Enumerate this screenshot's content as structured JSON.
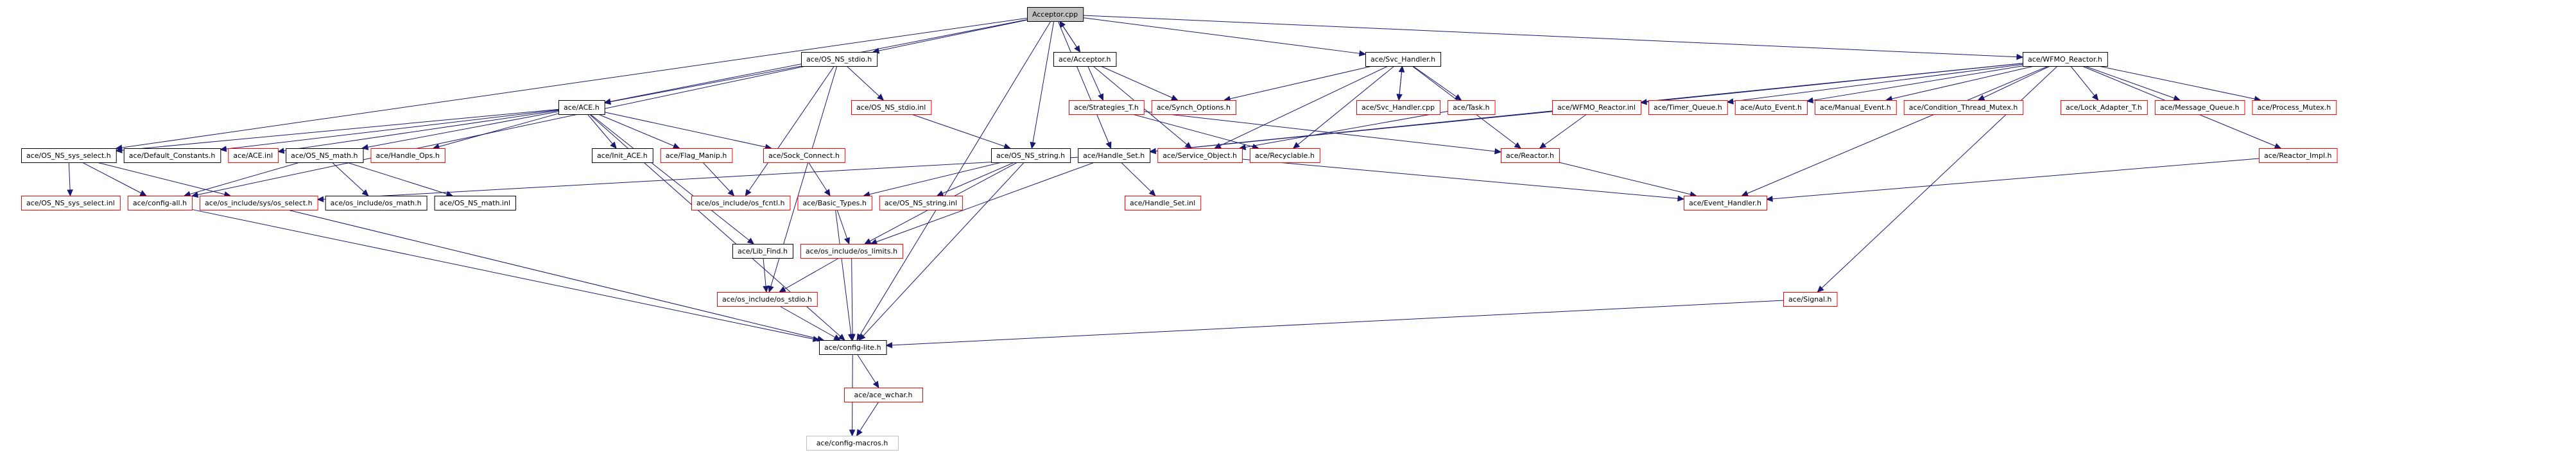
{
  "title": "Acceptor.cpp include dependency graph",
  "legend": {
    "root_fill": "#bfbfbf",
    "documented_border": "#000000",
    "undocumented_border": "#ff0000",
    "truncated_border": "#bfbfbf",
    "edge_color": "#191970"
  },
  "nodes": [
    {
      "id": "acceptor_cpp",
      "label": "Acceptor.cpp",
      "kind": "root"
    },
    {
      "id": "os_ns_stdio_h",
      "label": "ace/OS_NS_stdio.h",
      "kind": "documented"
    },
    {
      "id": "acceptor_h",
      "label": "ace/Acceptor.h",
      "kind": "documented"
    },
    {
      "id": "svc_handler_h",
      "label": "ace/Svc_Handler.h",
      "kind": "documented"
    },
    {
      "id": "wfmo_reactor_h",
      "label": "ace/WFMO_Reactor.h",
      "kind": "documented"
    },
    {
      "id": "ace_h",
      "label": "ace/ACE.h",
      "kind": "documented"
    },
    {
      "id": "os_ns_stdio_inl",
      "label": "ace/OS_NS_stdio.inl",
      "kind": "undocumented"
    },
    {
      "id": "strategies_t_h",
      "label": "ace/Strategies_T.h",
      "kind": "undocumented"
    },
    {
      "id": "synch_options_h",
      "label": "ace/Synch_Options.h",
      "kind": "undocumented"
    },
    {
      "id": "svc_handler_cpp",
      "label": "ace/Svc_Handler.cpp",
      "kind": "undocumented"
    },
    {
      "id": "task_h",
      "label": "ace/Task.h",
      "kind": "undocumented"
    },
    {
      "id": "wfmo_reactor_inl",
      "label": "ace/WFMO_Reactor.inl",
      "kind": "undocumented"
    },
    {
      "id": "timer_queue_h",
      "label": "ace/Timer_Queue.h",
      "kind": "undocumented"
    },
    {
      "id": "auto_event_h",
      "label": "ace/Auto_Event.h",
      "kind": "undocumented"
    },
    {
      "id": "manual_event_h",
      "label": "ace/Manual_Event.h",
      "kind": "undocumented"
    },
    {
      "id": "condition_thread_mutex_h",
      "label": "ace/Condition_Thread_Mutex.h",
      "kind": "undocumented"
    },
    {
      "id": "lock_adapter_t_h",
      "label": "ace/Lock_Adapter_T.h",
      "kind": "undocumented"
    },
    {
      "id": "message_queue_h",
      "label": "ace/Message_Queue.h",
      "kind": "undocumented"
    },
    {
      "id": "process_mutex_h",
      "label": "ace/Process_Mutex.h",
      "kind": "undocumented"
    },
    {
      "id": "os_ns_sys_select_h",
      "label": "ace/OS_NS_sys_select.h",
      "kind": "documented"
    },
    {
      "id": "default_constants_h",
      "label": "ace/Default_Constants.h",
      "kind": "documented"
    },
    {
      "id": "ace_inl",
      "label": "ace/ACE.inl",
      "kind": "undocumented"
    },
    {
      "id": "os_ns_math_h",
      "label": "ace/OS_NS_math.h",
      "kind": "documented"
    },
    {
      "id": "handle_ops_h",
      "label": "ace/Handle_Ops.h",
      "kind": "undocumented"
    },
    {
      "id": "init_ace_h",
      "label": "ace/Init_ACE.h",
      "kind": "documented"
    },
    {
      "id": "flag_manip_h",
      "label": "ace/Flag_Manip.h",
      "kind": "undocumented"
    },
    {
      "id": "sock_connect_h",
      "label": "ace/Sock_Connect.h",
      "kind": "undocumented"
    },
    {
      "id": "os_ns_string_h",
      "label": "ace/OS_NS_string.h",
      "kind": "documented"
    },
    {
      "id": "handle_set_h",
      "label": "ace/Handle_Set.h",
      "kind": "documented"
    },
    {
      "id": "service_object_h",
      "label": "ace/Service_Object.h",
      "kind": "undocumented"
    },
    {
      "id": "recyclable_h",
      "label": "ace/Recyclable.h",
      "kind": "undocumented"
    },
    {
      "id": "reactor_h",
      "label": "ace/Reactor.h",
      "kind": "undocumented"
    },
    {
      "id": "reactor_impl_h",
      "label": "ace/Reactor_Impl.h",
      "kind": "undocumented"
    },
    {
      "id": "os_ns_sys_select_inl",
      "label": "ace/OS_NS_sys_select.inl",
      "kind": "undocumented"
    },
    {
      "id": "config_all_h",
      "label": "ace/config-all.h",
      "kind": "undocumented"
    },
    {
      "id": "os_select_h",
      "label": "ace/os_include/sys/os_select.h",
      "kind": "undocumented"
    },
    {
      "id": "os_math_h",
      "label": "ace/os_include/os_math.h",
      "kind": "documented"
    },
    {
      "id": "os_ns_math_inl",
      "label": "ace/OS_NS_math.inl",
      "kind": "documented"
    },
    {
      "id": "os_fcntl_h",
      "label": "ace/os_include/os_fcntl.h",
      "kind": "undocumented"
    },
    {
      "id": "basic_types_h",
      "label": "ace/Basic_Types.h",
      "kind": "undocumented"
    },
    {
      "id": "os_ns_string_inl",
      "label": "ace/OS_NS_string.inl",
      "kind": "undocumented"
    },
    {
      "id": "handle_set_inl",
      "label": "ace/Handle_Set.inl",
      "kind": "undocumented"
    },
    {
      "id": "event_handler_h",
      "label": "ace/Event_Handler.h",
      "kind": "undocumented"
    },
    {
      "id": "lib_find_h",
      "label": "ace/Lib_Find.h",
      "kind": "documented"
    },
    {
      "id": "os_limits_h",
      "label": "ace/os_include/os_limits.h",
      "kind": "undocumented"
    },
    {
      "id": "os_stdio_h",
      "label": "ace/os_include/os_stdio.h",
      "kind": "undocumented"
    },
    {
      "id": "signal_h",
      "label": "ace/Signal.h",
      "kind": "undocumented"
    },
    {
      "id": "config_lite_h",
      "label": "ace/config-lite.h",
      "kind": "documented"
    },
    {
      "id": "ace_wchar_h",
      "label": "ace/ace_wchar.h",
      "kind": "undocumented"
    },
    {
      "id": "config_macros_h",
      "label": "ace/config-macros.h",
      "kind": "truncated"
    }
  ],
  "edges": [
    [
      "acceptor_cpp",
      "os_ns_stdio_h"
    ],
    [
      "acceptor_cpp",
      "acceptor_h"
    ],
    [
      "acceptor_cpp",
      "svc_handler_h"
    ],
    [
      "acceptor_cpp",
      "wfmo_reactor_h"
    ],
    [
      "acceptor_cpp",
      "ace_h"
    ],
    [
      "acceptor_cpp",
      "os_ns_sys_select_h"
    ],
    [
      "acceptor_cpp",
      "os_ns_string_h"
    ],
    [
      "acceptor_cpp",
      "handle_set_h"
    ],
    [
      "acceptor_cpp",
      "config_lite_h"
    ],
    [
      "acceptor_h",
      "acceptor_cpp"
    ],
    [
      "acceptor_h",
      "strategies_t_h"
    ],
    [
      "acceptor_h",
      "synch_options_h"
    ],
    [
      "acceptor_h",
      "service_object_h"
    ],
    [
      "svc_handler_h",
      "synch_options_h"
    ],
    [
      "svc_handler_h",
      "svc_handler_cpp"
    ],
    [
      "svc_handler_h",
      "task_h"
    ],
    [
      "svc_handler_h",
      "recyclable_h"
    ],
    [
      "svc_handler_h",
      "reactor_h"
    ],
    [
      "svc_handler_h",
      "service_object_h"
    ],
    [
      "svc_handler_cpp",
      "svc_handler_h"
    ],
    [
      "strategies_t_h",
      "reactor_h"
    ],
    [
      "strategies_t_h",
      "recyclable_h"
    ],
    [
      "task_h",
      "service_object_h"
    ],
    [
      "wfmo_reactor_h",
      "wfmo_reactor_inl"
    ],
    [
      "wfmo_reactor_h",
      "timer_queue_h"
    ],
    [
      "wfmo_reactor_h",
      "auto_event_h"
    ],
    [
      "wfmo_reactor_h",
      "manual_event_h"
    ],
    [
      "wfmo_reactor_h",
      "condition_thread_mutex_h"
    ],
    [
      "wfmo_reactor_h",
      "lock_adapter_t_h"
    ],
    [
      "wfmo_reactor_h",
      "message_queue_h"
    ],
    [
      "wfmo_reactor_h",
      "process_mutex_h"
    ],
    [
      "wfmo_reactor_h",
      "reactor_impl_h"
    ],
    [
      "wfmo_reactor_h",
      "event_handler_h"
    ],
    [
      "wfmo_reactor_h",
      "signal_h"
    ],
    [
      "wfmo_reactor_h",
      "handle_set_h"
    ],
    [
      "wfmo_reactor_inl",
      "reactor_h"
    ],
    [
      "wfmo_reactor_inl",
      "handle_set_h"
    ],
    [
      "reactor_h",
      "event_handler_h"
    ],
    [
      "reactor_impl_h",
      "event_handler_h"
    ],
    [
      "service_object_h",
      "event_handler_h"
    ],
    [
      "os_ns_stdio_h",
      "ace_h"
    ],
    [
      "os_ns_stdio_h",
      "os_ns_stdio_inl"
    ],
    [
      "os_ns_stdio_h",
      "config_all_h"
    ],
    [
      "os_ns_stdio_h",
      "os_stdio_h"
    ],
    [
      "os_ns_stdio_h",
      "os_fcntl_h"
    ],
    [
      "os_ns_stdio_inl",
      "os_ns_string_h"
    ],
    [
      "ace_h",
      "default_constants_h"
    ],
    [
      "ace_h",
      "ace_inl"
    ],
    [
      "ace_h",
      "os_ns_math_h"
    ],
    [
      "ace_h",
      "handle_ops_h"
    ],
    [
      "ace_h",
      "init_ace_h"
    ],
    [
      "ace_h",
      "flag_manip_h"
    ],
    [
      "ace_h",
      "sock_connect_h"
    ],
    [
      "ace_h",
      "lib_find_h"
    ],
    [
      "ace_h",
      "os_ns_sys_select_h"
    ],
    [
      "ace_h",
      "config_lite_h"
    ],
    [
      "os_ns_sys_select_h",
      "os_ns_sys_select_inl"
    ],
    [
      "os_ns_sys_select_h",
      "config_all_h"
    ],
    [
      "os_ns_sys_select_h",
      "os_select_h"
    ],
    [
      "os_ns_math_h",
      "config_all_h"
    ],
    [
      "os_ns_math_h",
      "os_math_h"
    ],
    [
      "os_ns_math_h",
      "os_ns_math_inl"
    ],
    [
      "flag_manip_h",
      "os_fcntl_h"
    ],
    [
      "sock_connect_h",
      "basic_types_h"
    ],
    [
      "os_ns_string_h",
      "basic_types_h"
    ],
    [
      "os_ns_string_h",
      "os_ns_string_inl"
    ],
    [
      "os_ns_string_h",
      "os_limits_h"
    ],
    [
      "os_ns_string_h",
      "config_lite_h"
    ],
    [
      "handle_set_h",
      "handle_set_inl"
    ],
    [
      "handle_set_h",
      "os_select_h"
    ],
    [
      "handle_set_h",
      "os_limits_h"
    ],
    [
      "basic_types_h",
      "os_limits_h"
    ],
    [
      "basic_types_h",
      "config_lite_h"
    ],
    [
      "os_limits_h",
      "os_stdio_h"
    ],
    [
      "os_limits_h",
      "config_lite_h"
    ],
    [
      "lib_find_h",
      "os_stdio_h"
    ],
    [
      "os_stdio_h",
      "config_lite_h"
    ],
    [
      "config_all_h",
      "config_lite_h"
    ],
    [
      "os_select_h",
      "config_lite_h"
    ],
    [
      "signal_h",
      "config_lite_h"
    ],
    [
      "config_lite_h",
      "ace_wchar_h"
    ],
    [
      "config_lite_h",
      "config_macros_h"
    ],
    [
      "ace_wchar_h",
      "config_macros_h"
    ]
  ]
}
